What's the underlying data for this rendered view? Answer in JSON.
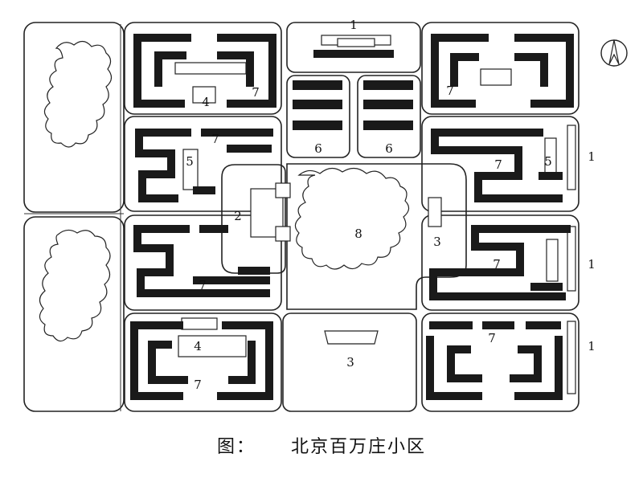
{
  "caption": {
    "prefix": "图：",
    "title": "北京百万庄小区"
  },
  "labels": {
    "n1_top": "1",
    "n1_right_a": "1",
    "n1_right_b": "1",
    "n1_right_c": "1",
    "n2": "2",
    "n3_center": "3",
    "n3_bottom": "3",
    "n4_top": "4",
    "n4_bottom": "4",
    "n5_left": "5",
    "n5_right": "5",
    "n6_a": "6",
    "n6_b": "6",
    "n7_a": "7",
    "n7_b": "7",
    "n7_c": "7",
    "n7_d": "7",
    "n7_e": "7",
    "n7_f": "7",
    "n7_g": "7",
    "n7_h": "7",
    "n8": "8"
  },
  "north_arrow": "north-arrow-icon"
}
